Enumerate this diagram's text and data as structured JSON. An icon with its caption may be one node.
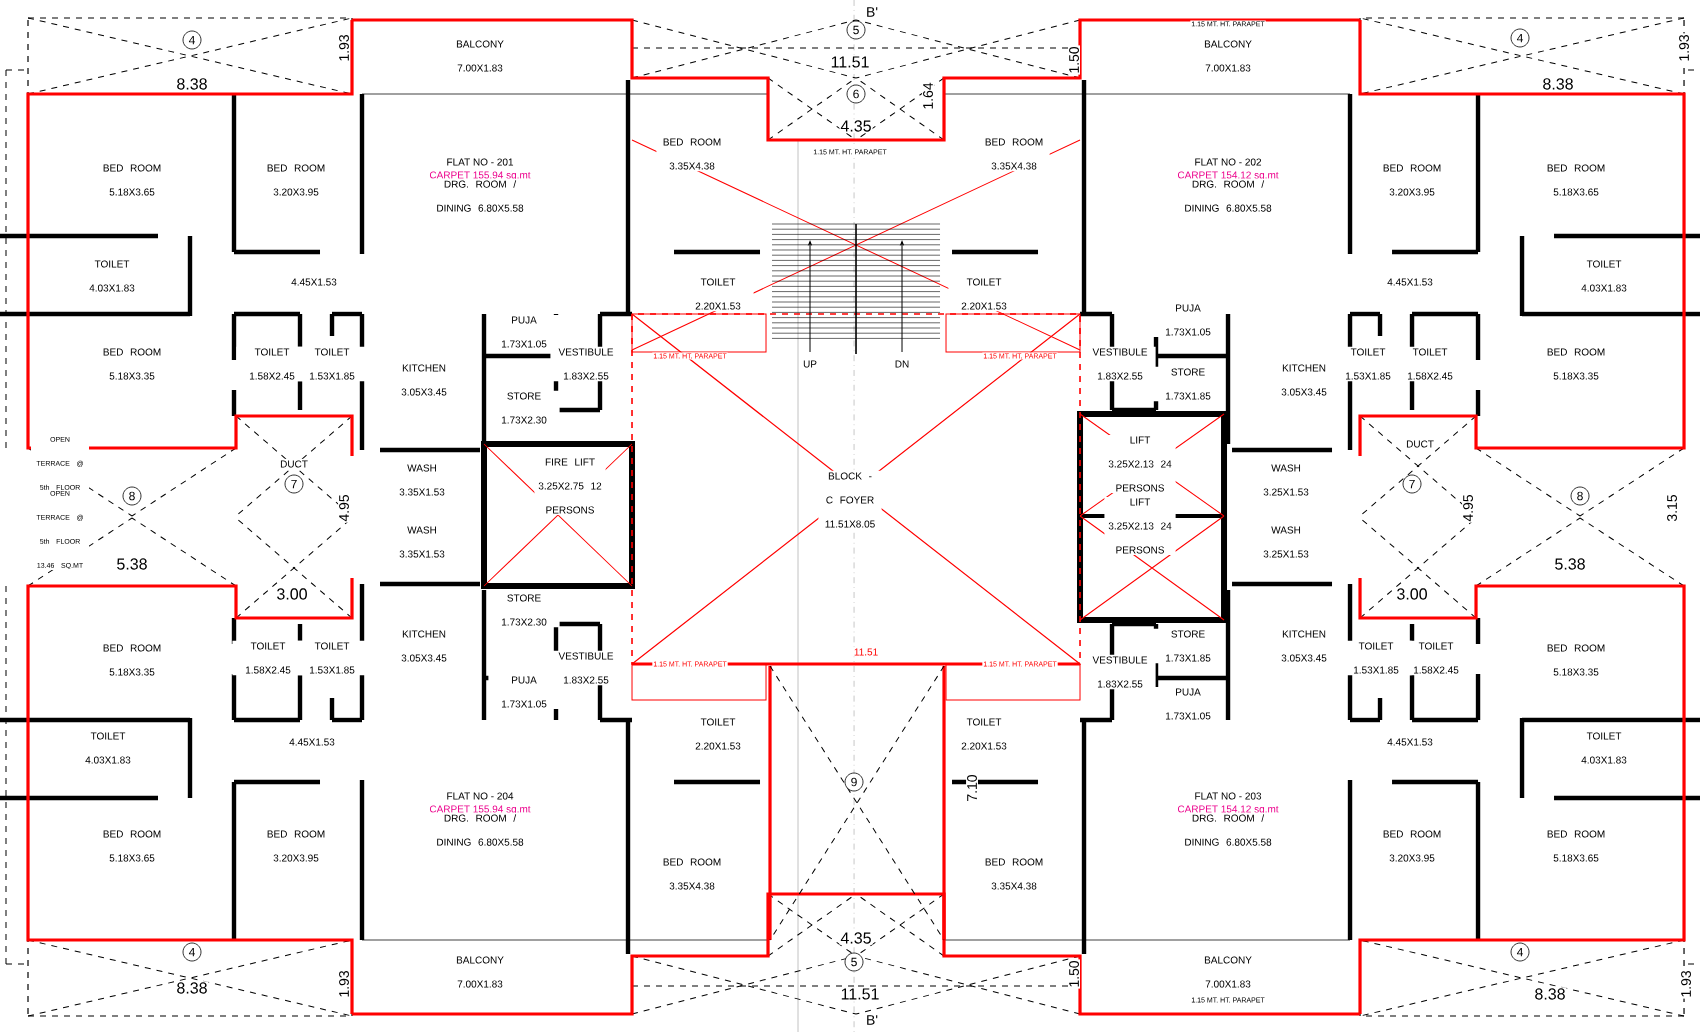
{
  "diagram": {
    "labels": [
      "BALCONY 7.00X1.83",
      "BED ROOM 5.18X3.65",
      "BED ROOM 3.20X3.95",
      "FLAT NO - 201",
      "CARPET 155.94 sq.mt",
      "DRG. ROOM / DINING 6.80X5.58",
      "TOILET 4.03X1.83",
      "4.45X1.53",
      "BED ROOM 5.18X3.35",
      "TOILET 1.58X2.45",
      "TOILET 1.53X1.85",
      "KITCHEN 3.05X3.45",
      "PUJA 1.73X1.05",
      "VESTIBULE 1.83X2.55",
      "STORE 1.73X2.30",
      "WASH 3.35X1.53",
      "DUCT",
      "BED ROOM 3.35X4.38",
      "TOILET 2.20X1.53",
      "FIRE LIFT 3.25X2.75 12 PERSONS",
      "BALCONY 7.00X1.83",
      "FLAT NO - 202",
      "CARPET 154.12 sq.mt",
      "DRG. ROOM / DINING 6.80X5.58",
      "BED ROOM 3.20X3.95",
      "BED ROOM 5.18X3.65",
      "TOILET 4.03X1.83",
      "4.45X1.53",
      "BED ROOM 3.35X4.38",
      "TOILET 2.20X1.53",
      "PUJA 1.73X1.05",
      "VESTIBULE 1.83X2.55",
      "KITCHEN 3.05X3.45",
      "TOILET 1.53X1.85",
      "TOILET 1.58X2.45",
      "BED ROOM 5.18X3.35",
      "STORE 1.73X1.85",
      "LIFT 3.25X2.13 24 PERSONS",
      "WASH 3.25X1.53",
      "DUCT",
      "BLOCK - C FOYER 11.51X8.05",
      "UP",
      "DN",
      "WASH 3.35X1.53",
      "STORE 1.73X2.30",
      "KITCHEN 3.05X3.45",
      "BED ROOM 5.18X3.35",
      "TOILET 1.58X2.45",
      "TOILET 1.53X1.85",
      "VESTIBULE 1.83X2.55",
      "PUJA 1.73X1.05",
      "TOILET 4.03X1.83",
      "4.45X1.53",
      "FLAT NO - 204",
      "CARPET 155.94 sq.mt",
      "DRG. ROOM / DINING 6.80X5.58",
      "BED ROOM 5.18X3.65",
      "BED ROOM 3.20X3.95",
      "BALCONY 7.00X1.83",
      "TOILET 2.20X1.53",
      "BED ROOM 3.35X4.38",
      "LIFT 3.25X2.13 24 PERSONS",
      "WASH 3.25X1.53",
      "STORE 1.73X1.85",
      "KITCHEN 3.05X3.45",
      "VESTIBULE 1.83X2.55",
      "TOILET 1.53X1.85",
      "TOILET 1.58X2.45",
      "BED ROOM 5.18X3.35",
      "PUJA 1.73X1.05",
      "4.45X1.53",
      "TOILET 4.03X1.83",
      "FLAT NO - 203",
      "CARPET 154.12 sq.mt",
      "DRG. ROOM / DINING 6.80X5.58",
      "BED ROOM 3.20X3.95",
      "BED ROOM 5.18X3.65",
      "TOILET 2.20X1.53",
      "BED ROOM 3.35X4.38",
      "BALCONY 7.00X1.83",
      "8.38",
      "8.38",
      "11.51",
      "4.35",
      "5.38",
      "5.38",
      "3.00",
      "3.00",
      "11.51",
      "7.10",
      "4.35",
      "11.51",
      "8.38",
      "8.38",
      "4",
      "5",
      "6",
      "4",
      "7",
      "8",
      "7",
      "8",
      "9",
      "4",
      "5",
      "4",
      "B'",
      "B'",
      "OPEN TERRACE @ 5th FLOOR 4.23 SQ.MT",
      "OPEN TERRACE @ 5th FLOOR 13.46 SQ.MT",
      "4.95",
      "4.95",
      "3.15",
      "1.93",
      "1.64",
      "1.50",
      "1.93",
      "1.93",
      "1.50",
      "1.93",
      "1.15 MT. HT. PARAPET",
      "1.15 MT. HT. PARAPET",
      "1.15 MT. HT. PARAPET",
      "1.15 MT. HT. PARAPET",
      "1.15 MT. HT. PARAPET",
      "1.15 MT. HT. PARAPET",
      "1.15 MT. HT. PARAPET"
    ]
  }
}
